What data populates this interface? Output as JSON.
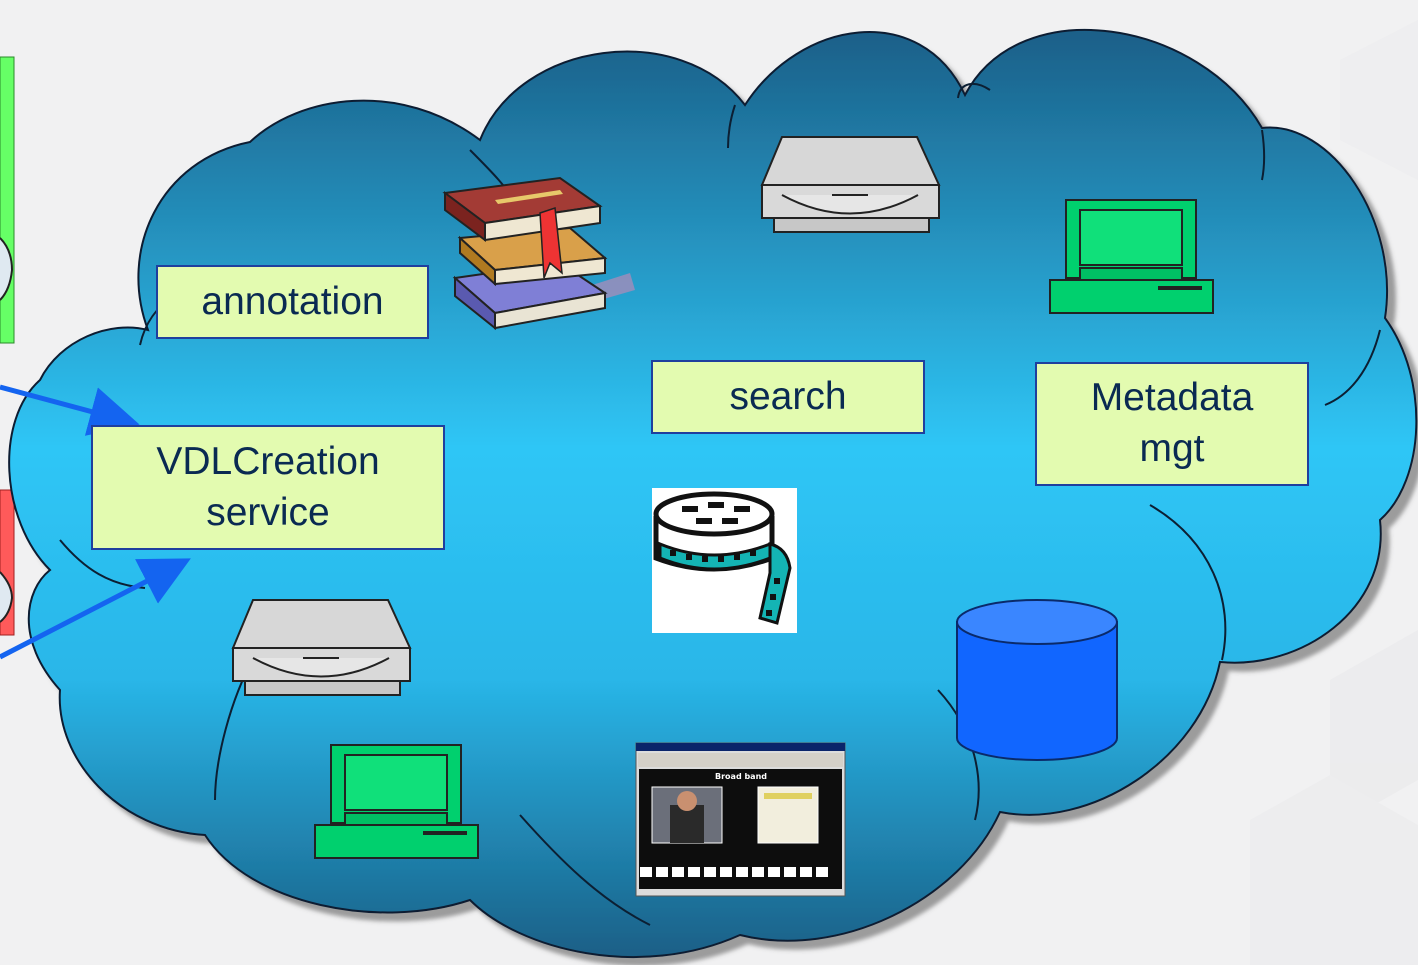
{
  "diagram": {
    "labels": {
      "annotation": "annotation",
      "search": "search",
      "metadata_line1": "Metadata",
      "metadata_line2": "mgt",
      "vdlcreation_line1": "VDLCreation",
      "vdlcreation_line2": "service"
    },
    "icons": [
      "books-icon",
      "drive-icon",
      "computer-icon",
      "film-reel-icon",
      "database-icon",
      "screenshot-thumbnail-icon"
    ],
    "screenshot_thumbnail": {
      "heading": "Broad band"
    },
    "colors": {
      "cloud_top": "#1b5f88",
      "cloud_bottom": "#2fc3f3",
      "label_fill": "#e3fbb0",
      "label_border": "#1f3f9e",
      "arrow": "#1464f0",
      "left_panel_top": "#66ff66",
      "left_panel_bottom": "#ff5a5a",
      "computer_green": "#00d06e",
      "database_blue": "#1166ff"
    }
  }
}
